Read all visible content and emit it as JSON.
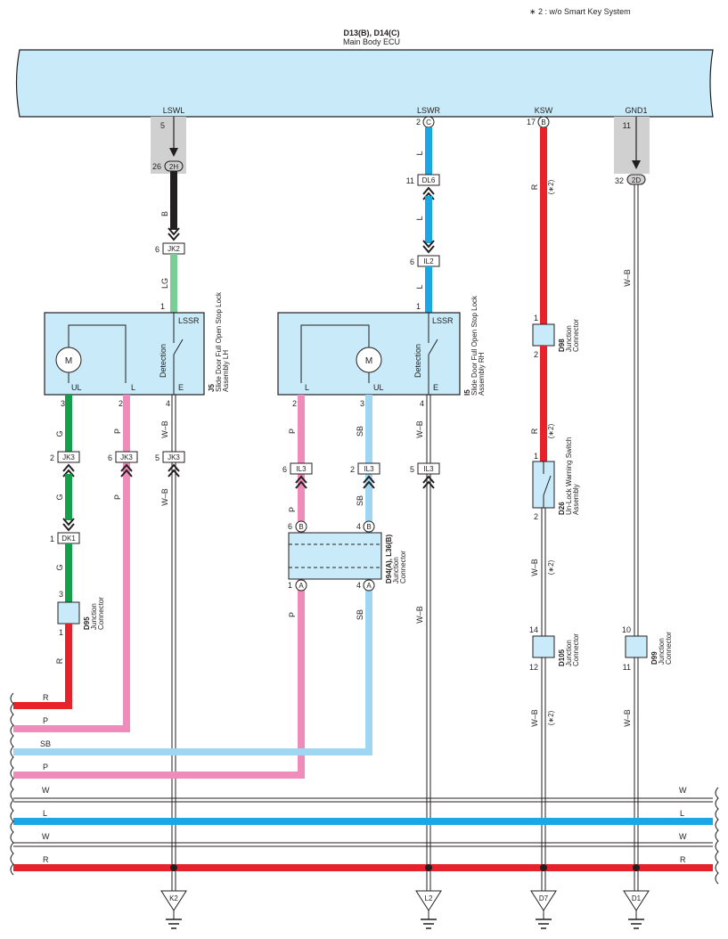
{
  "note": "∗ 2 : w/o Smart Key System",
  "ecu": {
    "id": "D13(B), D14(C)",
    "name": "Main Body ECU",
    "pins": {
      "lswl": {
        "name": "LSWL",
        "num": "5"
      },
      "lswr": {
        "name": "LSWR",
        "num": "2",
        "conn": "C"
      },
      "ksw": {
        "name": "KSW",
        "num": "17",
        "conn": "B"
      },
      "gnd1": {
        "name": "GND1",
        "num": "11"
      }
    }
  },
  "connectors": {
    "c2h": {
      "label": "2H",
      "num": "26"
    },
    "jk2": {
      "label": "JK2",
      "num": "6"
    },
    "dl6": {
      "label": "DL6",
      "num": "11"
    },
    "il2": {
      "label": "IL2",
      "num": "6"
    },
    "c2d": {
      "label": "2D",
      "num": "32"
    },
    "jk3a": {
      "label": "JK3",
      "num": "2"
    },
    "jk3b": {
      "label": "JK3",
      "num": "6"
    },
    "jk3c": {
      "label": "JK3",
      "num": "5"
    },
    "dk1": {
      "label": "DK1",
      "num": "1"
    },
    "il3a": {
      "label": "IL3",
      "num": "6"
    },
    "il3b": {
      "label": "IL3",
      "num": "2"
    },
    "il3c": {
      "label": "IL3",
      "num": "5"
    }
  },
  "components": {
    "j5": {
      "id": "J5",
      "name": "Slide Door Full Open Stop Lock",
      "name2": "Assembly LH",
      "lssr": "LSSR",
      "detection": "Detection",
      "m": "M",
      "pin_top": "1",
      "ul": "UL",
      "l": "L",
      "e": "E",
      "pin_ul": "3",
      "pin_l": "2",
      "pin_e": "4"
    },
    "i5": {
      "id": "I5",
      "name": "Slide Door Full Open Stop Lock",
      "name2": "Assembly RH",
      "lssr": "LSSR",
      "detection": "Detection",
      "m": "M",
      "pin_top": "1",
      "l": "L",
      "ul": "UL",
      "e": "E",
      "pin_l": "2",
      "pin_ul": "3",
      "pin_e": "4"
    },
    "d98": {
      "id": "D98",
      "name": "Junction",
      "name2": "Connector",
      "pin_in": "1",
      "pin_out": "2"
    },
    "d26": {
      "id": "D26",
      "name": "Un-Lock Warning Switch",
      "name2": "Assembly",
      "pin_in": "1",
      "pin_out": "2"
    },
    "d95": {
      "id": "D95",
      "name": "Junction",
      "name2": "Connector",
      "pin_in": "3",
      "pin_out": "1"
    },
    "d94": {
      "id": "D94(A), L36(B)",
      "name": "Junction",
      "name2": "Connector",
      "pin_tl": "6",
      "pin_tr": "4",
      "pin_bl": "1",
      "pin_br": "4",
      "b": "B",
      "a": "A"
    },
    "d105": {
      "id": "D105",
      "name": "Junction",
      "name2": "Connector",
      "pin_in": "14",
      "pin_out": "12"
    },
    "d99": {
      "id": "D99",
      "name": "Junction",
      "name2": "Connector",
      "pin_in": "10",
      "pin_out": "11"
    }
  },
  "wire_labels": {
    "b": "B",
    "lg": "LG",
    "l": "L",
    "r": "R",
    "g": "G",
    "p": "P",
    "sb": "SB",
    "wb": "W–B",
    "w": "W",
    "star2": "(∗2)"
  },
  "bus": [
    {
      "label": "R",
      "color": "#e8222a"
    },
    {
      "label": "P",
      "color": "#f08cbb"
    },
    {
      "label": "SB",
      "color": "#9fd7f3"
    },
    {
      "label": "P",
      "color": "#f08cbb"
    },
    {
      "label": "W",
      "color": "#ffffff"
    },
    {
      "label": "L",
      "color": "#1aa7e4"
    },
    {
      "label": "W",
      "color": "#ffffff"
    },
    {
      "label": "R",
      "color": "#e8222a"
    }
  ],
  "grounds": [
    "K2",
    "L2",
    "D7",
    "D1"
  ],
  "colors": {
    "ecu_fill": "#c9eaf8",
    "red": "#e8222a",
    "pink": "#f08cbb",
    "green": "#14a04a",
    "lightgreen": "#7ccc97",
    "blue": "#1aa7e4",
    "skyblue": "#9fd7f3",
    "black": "#231f20",
    "shield": "#d0d0d0"
  }
}
